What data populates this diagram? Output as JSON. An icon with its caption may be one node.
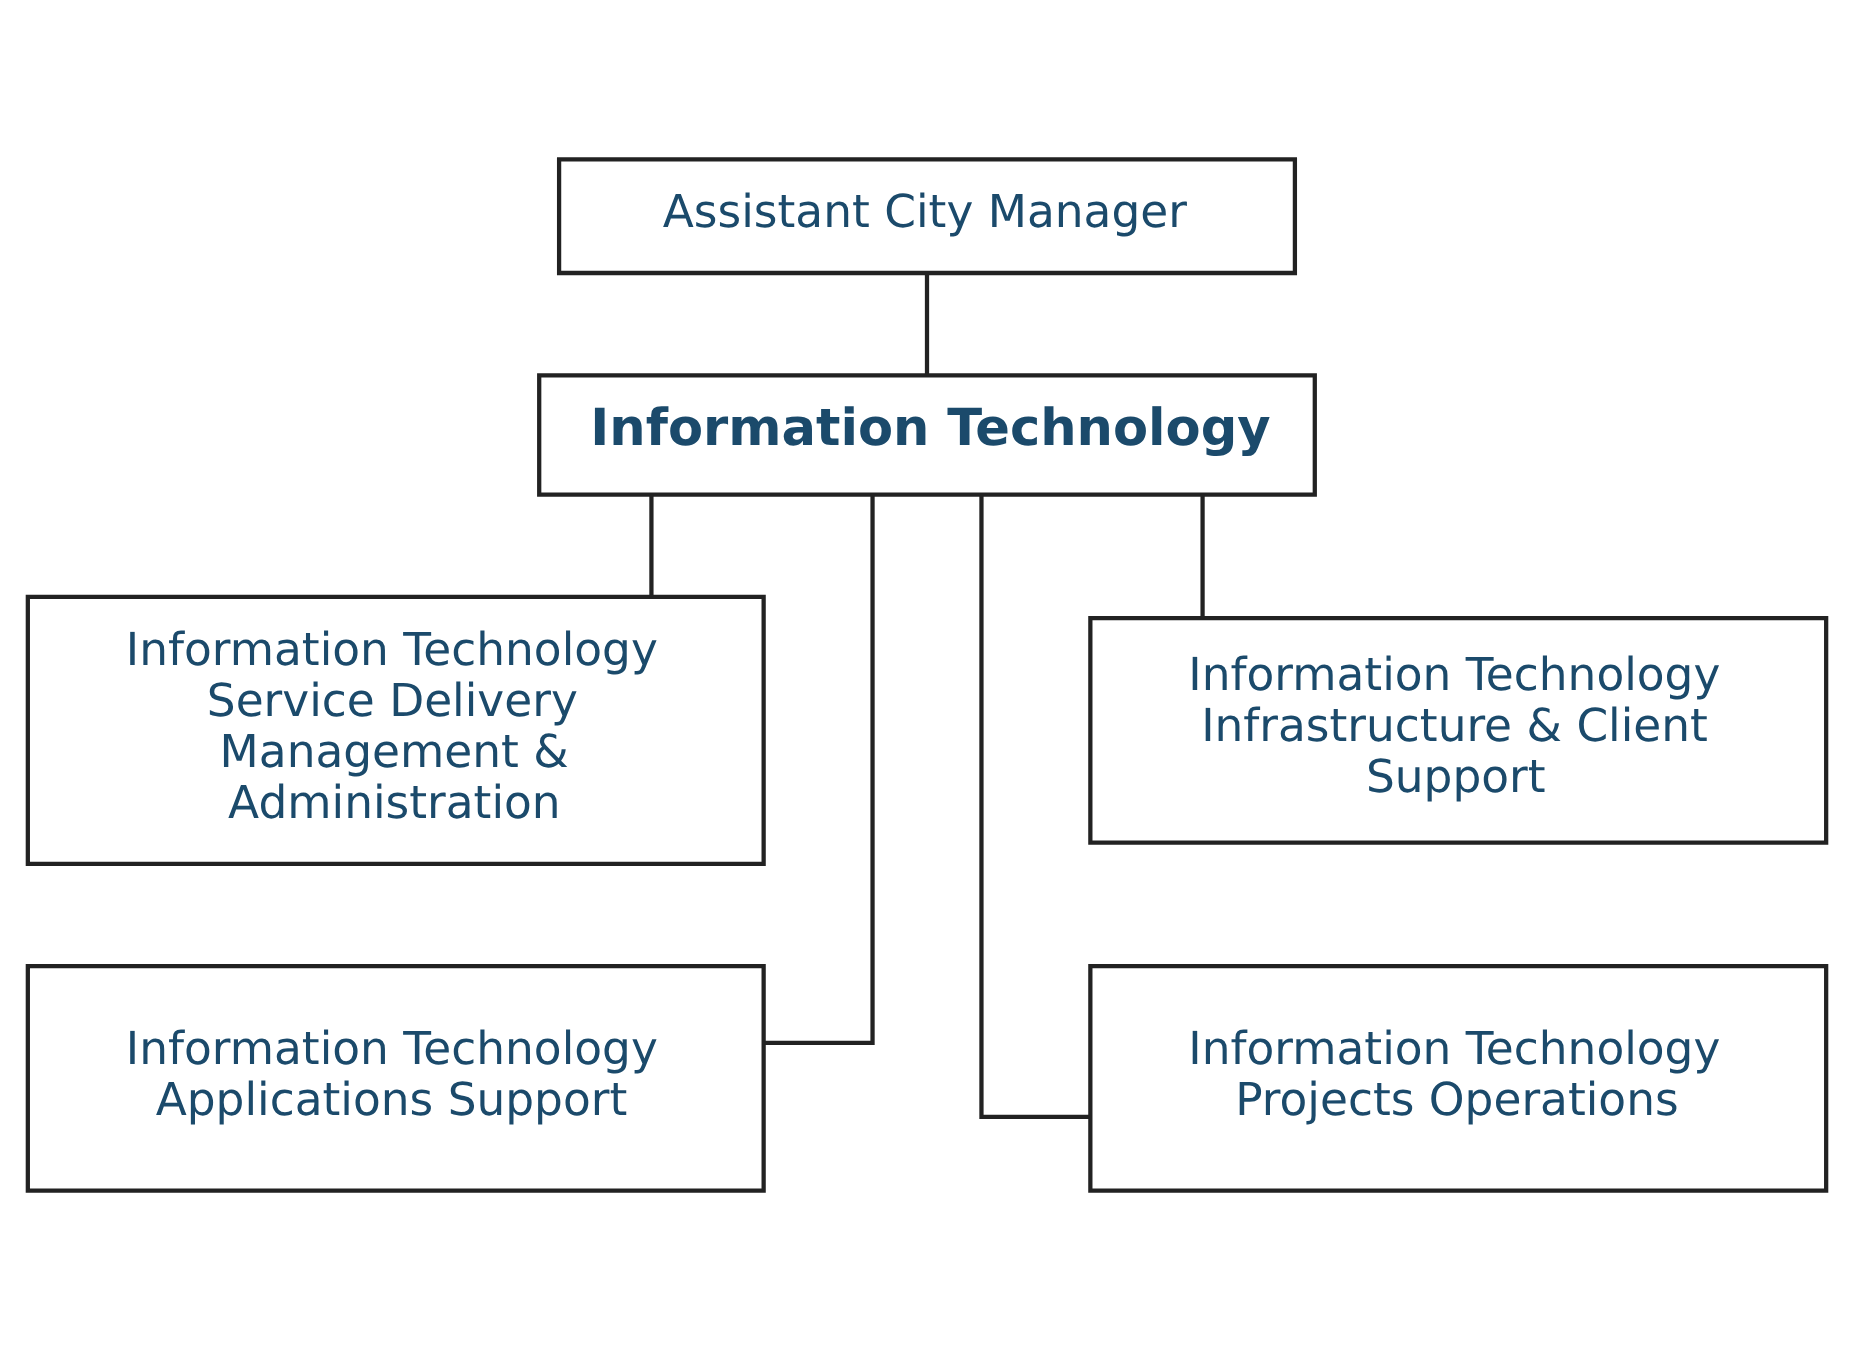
{
  "diagram": {
    "nodes": [
      {
        "text": [
          "Assistant City Manager"
        ]
      },
      {
        "text": [
          "Information Technology"
        ]
      },
      {
        "text": [
          "Information Technology Service Delivery Management & Administration"
        ]
      },
      {
        "text": [
          "Information Technology Infrastructure & Client Support"
        ]
      },
      {
        "text": [
          "Information Technology Applications Support"
        ]
      },
      {
        "text": [
          "Information Technology Projects Operations"
        ]
      }
    ],
    "edges": [
      {
        "from": 0,
        "to": 1,
        "arrow": "none"
      },
      {
        "from": 1,
        "to": 2,
        "arrow": "none"
      },
      {
        "from": 1,
        "to": 3,
        "arrow": "none"
      },
      {
        "from": 1,
        "to": 4,
        "arrow": "none"
      },
      {
        "from": 1,
        "to": 5,
        "arrow": "none"
      }
    ]
  }
}
